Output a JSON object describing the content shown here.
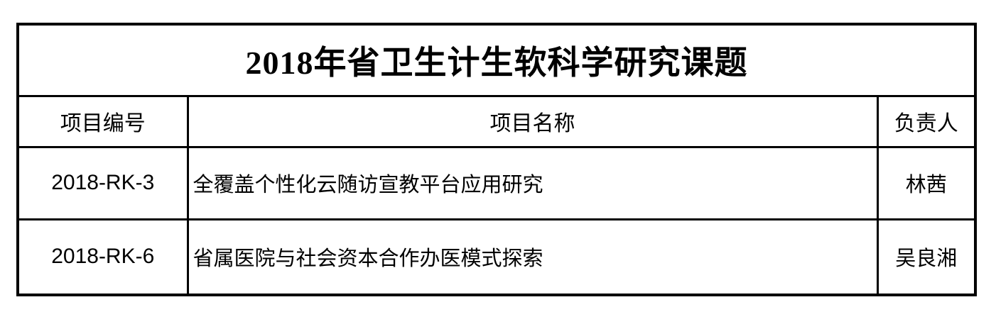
{
  "page": {
    "background_color": "#ffffff",
    "border_color": "#000000",
    "text_color": "#000000"
  },
  "table": {
    "title": "2018年省卫生计生软科学研究课题",
    "columns": [
      "项目编号",
      "项目名称",
      "负责人"
    ],
    "rows": [
      {
        "code": "2018-RK-3",
        "name": "全覆盖个性化云随访宣教平台应用研究",
        "leader": "林茜"
      },
      {
        "code": "2018-RK-6",
        "name": "省属医院与社会资本合作办医模式探索",
        "leader": "吴良湘"
      }
    ]
  }
}
